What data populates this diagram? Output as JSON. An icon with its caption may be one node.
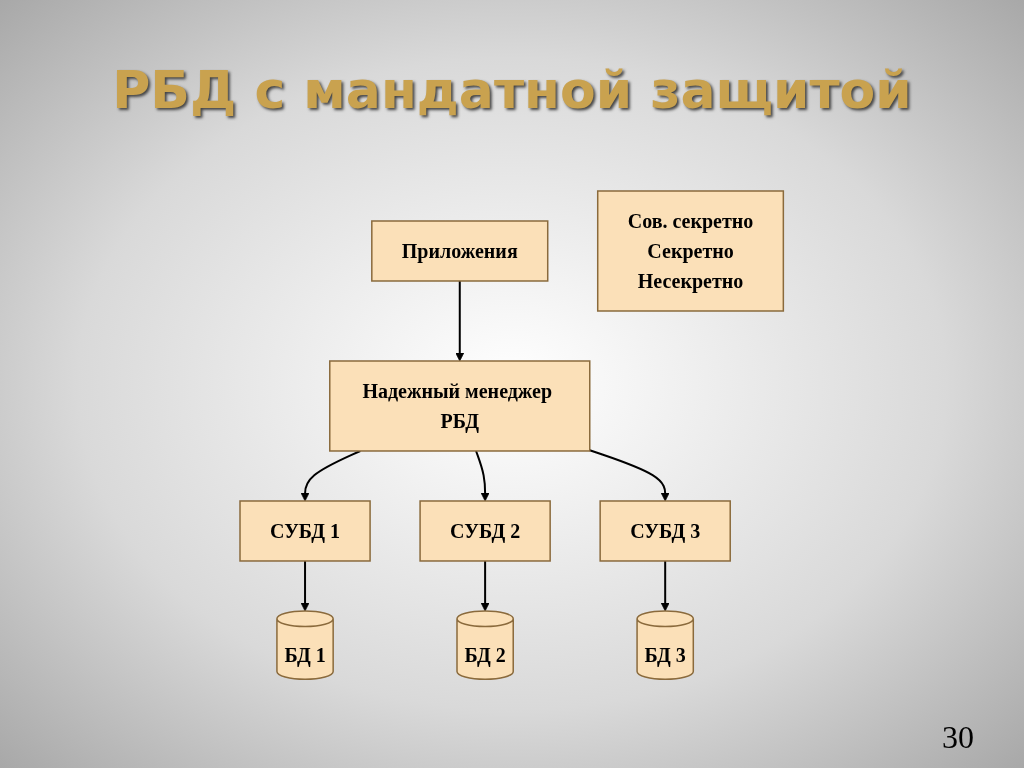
{
  "diagram": {
    "title": "РБД с мандатной защитой",
    "nodes": [
      {
        "text": [
          "Приложения"
        ]
      },
      {
        "text": [
          "Надежный менеджер РБД"
        ]
      },
      {
        "text": [
          "СУБД 1"
        ]
      },
      {
        "text": [
          "СУБД 2"
        ]
      },
      {
        "text": [
          "СУБД 3"
        ]
      },
      {
        "text": [
          "БД 1"
        ]
      },
      {
        "text": [
          "БД 2"
        ]
      },
      {
        "text": [
          "БД 3"
        ]
      },
      {
        "text": [
          "Сов. секретно",
          "Секретно",
          "Несекретно"
        ]
      }
    ],
    "edges": [
      {
        "from": 0,
        "to": 1,
        "arrow": "to"
      },
      {
        "from": 1,
        "to": 2,
        "arrow": "to"
      },
      {
        "from": 1,
        "to": 3,
        "arrow": "to"
      },
      {
        "from": 1,
        "to": 4,
        "arrow": "to"
      },
      {
        "from": 2,
        "to": 5,
        "arrow": "to"
      },
      {
        "from": 3,
        "to": 6,
        "arrow": "to"
      },
      {
        "from": 4,
        "to": 7,
        "arrow": "to"
      }
    ],
    "labels": [
      "30"
    ]
  }
}
